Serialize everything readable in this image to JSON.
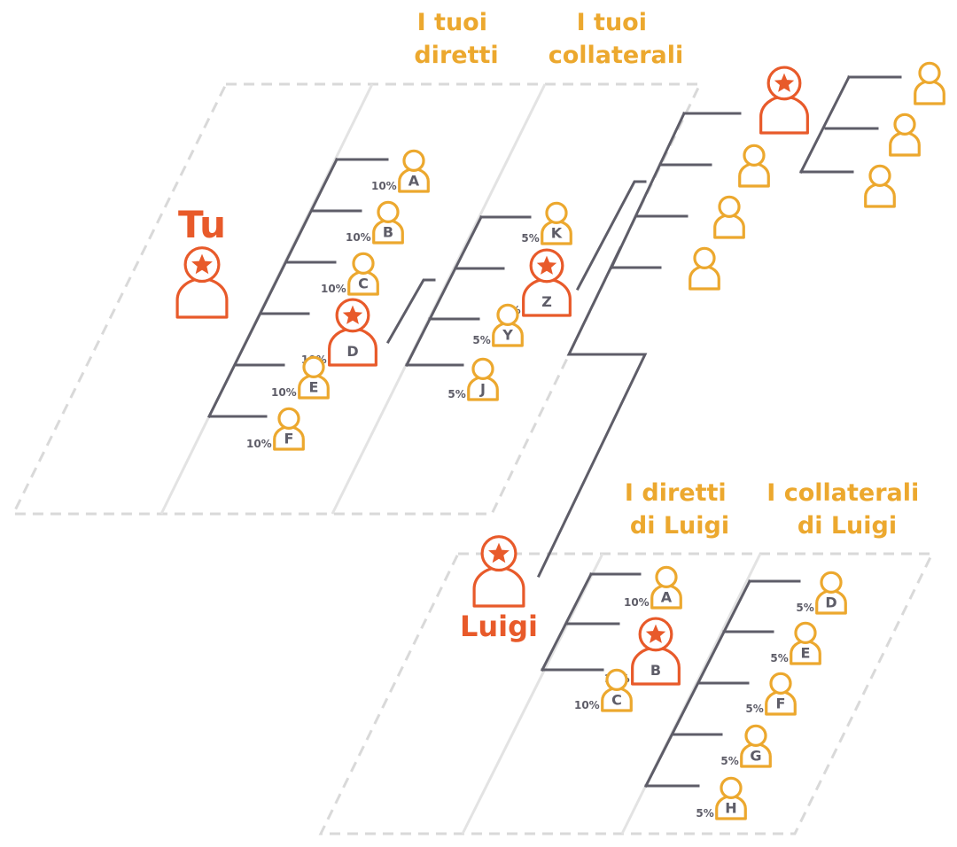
{
  "colors": {
    "orange": "#E85A2A",
    "yellow": "#ECA82E",
    "line": "#5E5D68",
    "dashed": "#D9D9D9"
  },
  "labels": {
    "tu": "Tu",
    "luigi": "Luigi",
    "tuoi_diretti": [
      "I tuoi",
      "diretti"
    ],
    "tuoi_collaterali": [
      "I tuoi",
      "collaterali"
    ],
    "diretti_luigi": [
      "I diretti",
      "di Luigi"
    ],
    "collaterali_luigi": [
      "I collaterali",
      "di Luigi"
    ]
  },
  "tu_directs": [
    {
      "letter": "A",
      "pct": "10%",
      "highlight": false
    },
    {
      "letter": "B",
      "pct": "10%",
      "highlight": false
    },
    {
      "letter": "C",
      "pct": "10%",
      "highlight": false
    },
    {
      "letter": "D",
      "pct": "10%",
      "highlight": true
    },
    {
      "letter": "E",
      "pct": "10%",
      "highlight": false
    },
    {
      "letter": "F",
      "pct": "10%",
      "highlight": false
    }
  ],
  "tu_collaterals": [
    {
      "letter": "K",
      "pct": "5%",
      "highlight": false
    },
    {
      "letter": "Z",
      "pct": "5%",
      "highlight": true
    },
    {
      "letter": "Y",
      "pct": "5%",
      "highlight": false
    },
    {
      "letter": "J",
      "pct": "5%",
      "highlight": false
    }
  ],
  "luigi_directs": [
    {
      "letter": "A",
      "pct": "10%",
      "highlight": false
    },
    {
      "letter": "B",
      "pct": "10%",
      "highlight": true
    },
    {
      "letter": "C",
      "pct": "10%",
      "highlight": false
    }
  ],
  "luigi_collaterals": [
    {
      "letter": "D",
      "pct": "5%",
      "highlight": false
    },
    {
      "letter": "E",
      "pct": "5%",
      "highlight": false
    },
    {
      "letter": "F",
      "pct": "5%",
      "highlight": false
    },
    {
      "letter": "G",
      "pct": "5%",
      "highlight": false
    },
    {
      "letter": "H",
      "pct": "5%",
      "highlight": false
    }
  ]
}
